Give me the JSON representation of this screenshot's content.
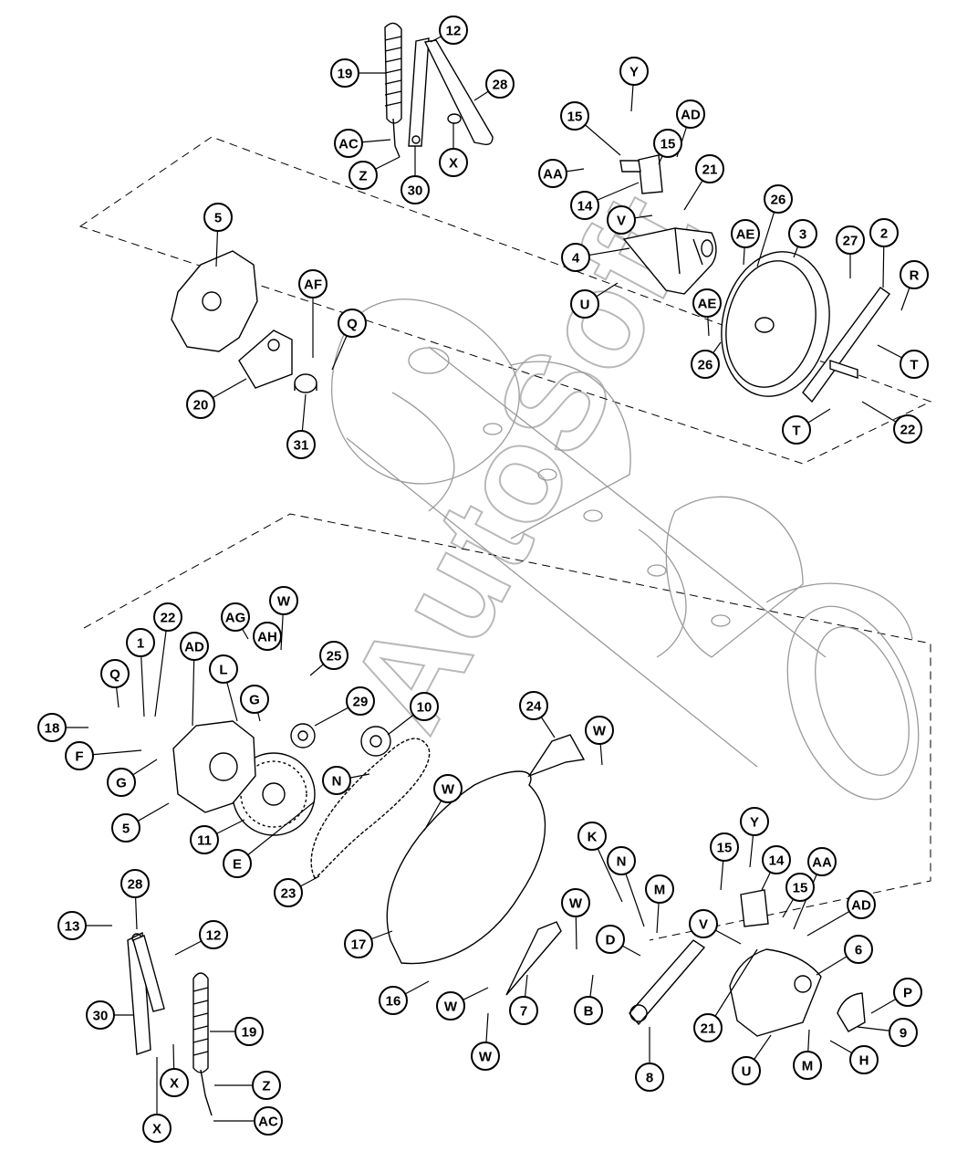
{
  "watermark": "AutoSoft",
  "callouts": [
    {
      "id": "c12a",
      "label": "12"
    },
    {
      "id": "c19a",
      "label": "19"
    },
    {
      "id": "c28a",
      "label": "28"
    },
    {
      "id": "cACa",
      "label": "AC"
    },
    {
      "id": "cZa",
      "label": "Z"
    },
    {
      "id": "c30a",
      "label": "30"
    },
    {
      "id": "cXa",
      "label": "X"
    },
    {
      "id": "cYa",
      "label": "Y"
    },
    {
      "id": "cADa",
      "label": "AD"
    },
    {
      "id": "c15a",
      "label": "15"
    },
    {
      "id": "c15b",
      "label": "15"
    },
    {
      "id": "cAAa",
      "label": "AA"
    },
    {
      "id": "c14a",
      "label": "14"
    },
    {
      "id": "c21a",
      "label": "21"
    },
    {
      "id": "cVa",
      "label": "V"
    },
    {
      "id": "c26a",
      "label": "26"
    },
    {
      "id": "cAEa",
      "label": "AE"
    },
    {
      "id": "c3a",
      "label": "3"
    },
    {
      "id": "c27a",
      "label": "27"
    },
    {
      "id": "c2a",
      "label": "2"
    },
    {
      "id": "c4a",
      "label": "4"
    },
    {
      "id": "cRa",
      "label": "R"
    },
    {
      "id": "cUa",
      "label": "U"
    },
    {
      "id": "cAEb",
      "label": "AE"
    },
    {
      "id": "c26b",
      "label": "26"
    },
    {
      "id": "cTa",
      "label": "T"
    },
    {
      "id": "cTb",
      "label": "T"
    },
    {
      "id": "c22a",
      "label": "22"
    },
    {
      "id": "c5a",
      "label": "5"
    },
    {
      "id": "cAFa",
      "label": "AF"
    },
    {
      "id": "cQa",
      "label": "Q"
    },
    {
      "id": "c20a",
      "label": "20"
    },
    {
      "id": "c31a",
      "label": "31"
    },
    {
      "id": "cWa",
      "label": "W"
    },
    {
      "id": "cAGa",
      "label": "AG"
    },
    {
      "id": "cAHa",
      "label": "AH"
    },
    {
      "id": "c25a",
      "label": "25"
    },
    {
      "id": "c1a",
      "label": "1"
    },
    {
      "id": "c22b",
      "label": "22"
    },
    {
      "id": "cADb",
      "label": "AD"
    },
    {
      "id": "cLa",
      "label": "L"
    },
    {
      "id": "cQb",
      "label": "Q"
    },
    {
      "id": "c29a",
      "label": "29"
    },
    {
      "id": "c10a",
      "label": "10"
    },
    {
      "id": "c24a",
      "label": "24"
    },
    {
      "id": "cWb",
      "label": "W"
    },
    {
      "id": "c18a",
      "label": "18"
    },
    {
      "id": "cGa",
      "label": "G"
    },
    {
      "id": "cFa",
      "label": "F"
    },
    {
      "id": "cGb",
      "label": "G"
    },
    {
      "id": "cNa",
      "label": "N"
    },
    {
      "id": "c5b",
      "label": "5"
    },
    {
      "id": "c11a",
      "label": "11"
    },
    {
      "id": "cEa",
      "label": "E"
    },
    {
      "id": "cWc",
      "label": "W"
    },
    {
      "id": "c23a",
      "label": "23"
    },
    {
      "id": "cYb",
      "label": "Y"
    },
    {
      "id": "cKa",
      "label": "K"
    },
    {
      "id": "cNb",
      "label": "N"
    },
    {
      "id": "c15c",
      "label": "15"
    },
    {
      "id": "c14b",
      "label": "14"
    },
    {
      "id": "cAAb",
      "label": "AA"
    },
    {
      "id": "cMa",
      "label": "M"
    },
    {
      "id": "c15d",
      "label": "15"
    },
    {
      "id": "cWd",
      "label": "W"
    },
    {
      "id": "cADc",
      "label": "AD"
    },
    {
      "id": "c28b",
      "label": "28"
    },
    {
      "id": "cVb",
      "label": "V"
    },
    {
      "id": "c13a",
      "label": "13"
    },
    {
      "id": "c12b",
      "label": "12"
    },
    {
      "id": "cDa",
      "label": "D"
    },
    {
      "id": "c6a",
      "label": "6"
    },
    {
      "id": "c17a",
      "label": "17"
    },
    {
      "id": "cPa",
      "label": "P"
    },
    {
      "id": "c30b",
      "label": "30"
    },
    {
      "id": "c19b",
      "label": "19"
    },
    {
      "id": "c16a",
      "label": "16"
    },
    {
      "id": "cWe",
      "label": "W"
    },
    {
      "id": "c7a",
      "label": "7"
    },
    {
      "id": "cBa",
      "label": "B"
    },
    {
      "id": "c21b",
      "label": "21"
    },
    {
      "id": "c9a",
      "label": "9"
    },
    {
      "id": "cXb",
      "label": "X"
    },
    {
      "id": "cZb",
      "label": "Z"
    },
    {
      "id": "cWf",
      "label": "W"
    },
    {
      "id": "cUb",
      "label": "U"
    },
    {
      "id": "cMb",
      "label": "M"
    },
    {
      "id": "cHa",
      "label": "H"
    },
    {
      "id": "c8a",
      "label": "8"
    },
    {
      "id": "cXc",
      "label": "X"
    },
    {
      "id": "cACb",
      "label": "AC"
    }
  ]
}
